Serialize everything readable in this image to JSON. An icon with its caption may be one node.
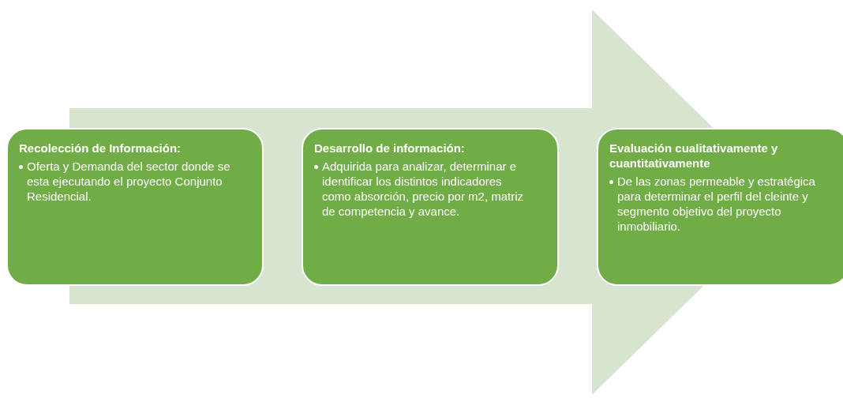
{
  "diagram": {
    "nodes": [
      {
        "text": [
          "Recolección de Información:",
          "Oferta y Demanda del sector donde se esta ejecutando el proyecto Conjunto Residencial."
        ]
      },
      {
        "text": [
          "Desarrollo de información:",
          "Adquirida para analizar, determinar e identificar los distintos indicadores como absorción, precio por m2, matriz de competencia y avance."
        ]
      },
      {
        "text": [
          "Evaluación cualitativamente y cuantitativamente",
          "De las zonas permeable y estratégica para determinar el perfil del cleinte y segmento objetivo del proyecto inmobiliario."
        ]
      }
    ],
    "edges": [
      {
        "from": 0,
        "to": 2,
        "arrow": "to"
      }
    ]
  }
}
